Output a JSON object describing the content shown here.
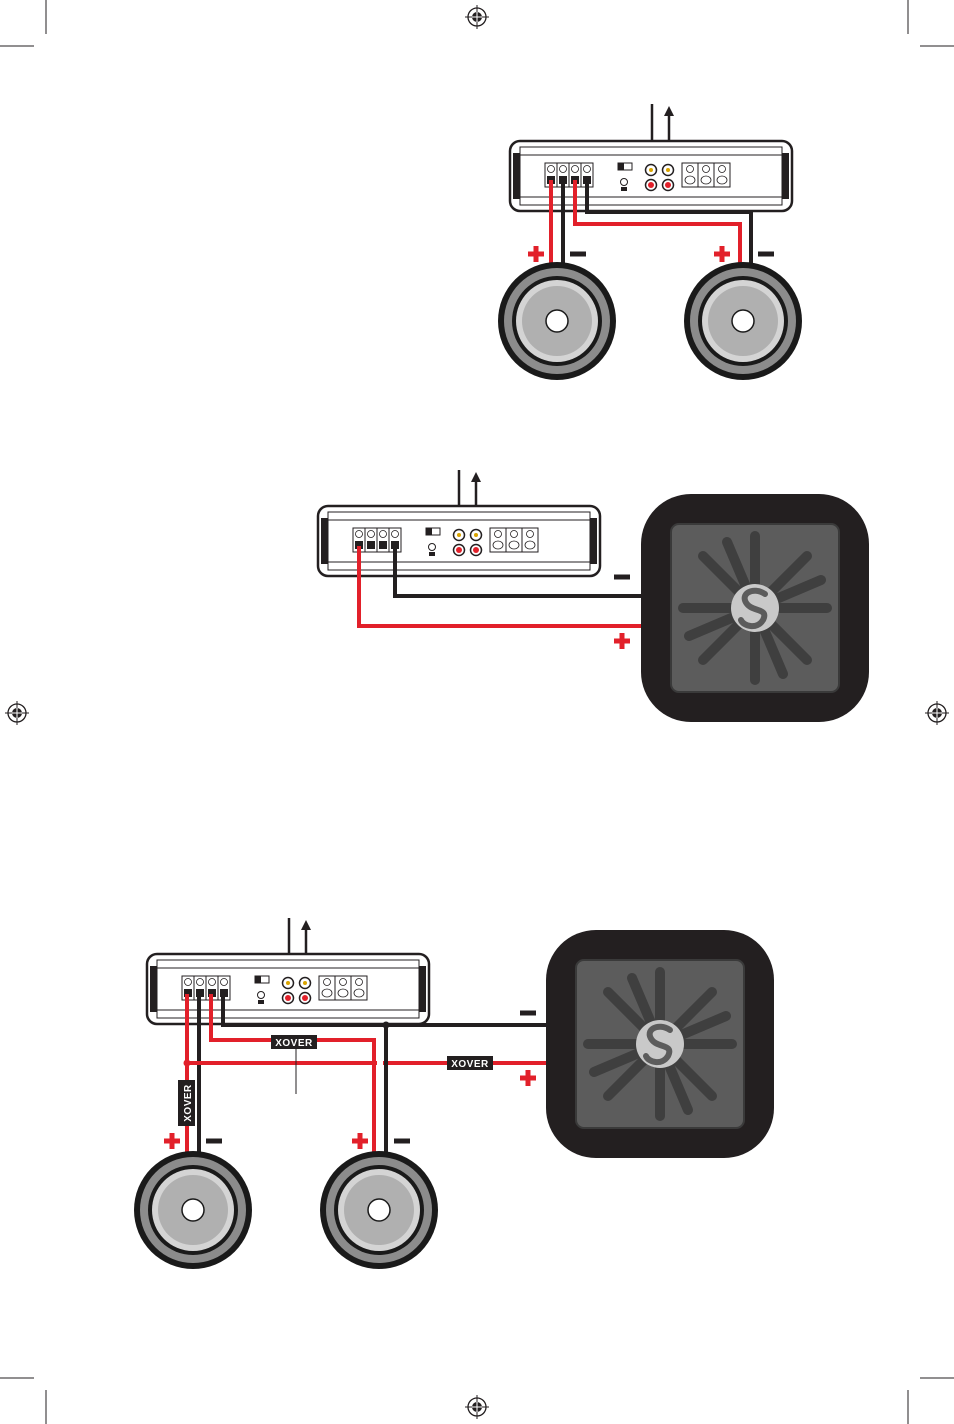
{
  "diagrams": [
    {
      "id": "two-speakers",
      "connections": [
        {
          "from": "amp-ch1-positive",
          "to": "speaker-left-positive",
          "polarity": "positive"
        },
        {
          "from": "amp-ch1-negative",
          "to": "speaker-left-negative",
          "polarity": "negative"
        },
        {
          "from": "amp-ch2-positive",
          "to": "speaker-right-positive",
          "polarity": "positive"
        },
        {
          "from": "amp-ch2-negative",
          "to": "speaker-right-negative",
          "polarity": "negative"
        }
      ]
    },
    {
      "id": "bridged-subwoofer",
      "connections": [
        {
          "from": "amp-ch1-positive",
          "to": "subwoofer-positive",
          "polarity": "positive"
        },
        {
          "from": "amp-ch2-negative",
          "to": "subwoofer-negative",
          "polarity": "negative"
        }
      ]
    },
    {
      "id": "trimode-speakers-subwoofer",
      "labels": {
        "xover_vertical": "XOVER",
        "xover_mid": "XOVER",
        "xover_sub": "XOVER"
      }
    }
  ],
  "colors": {
    "positive": "#e2202a",
    "negative": "#231f20",
    "cone_outer": "#1a1a1a",
    "cone_gray": "#8a8a8a"
  },
  "icons": [
    "registration-mark-icon",
    "crop-mark-icon",
    "plus-icon",
    "minus-icon",
    "subwoofer-s-logo-icon",
    "rca-signal-arrow-icon"
  ]
}
